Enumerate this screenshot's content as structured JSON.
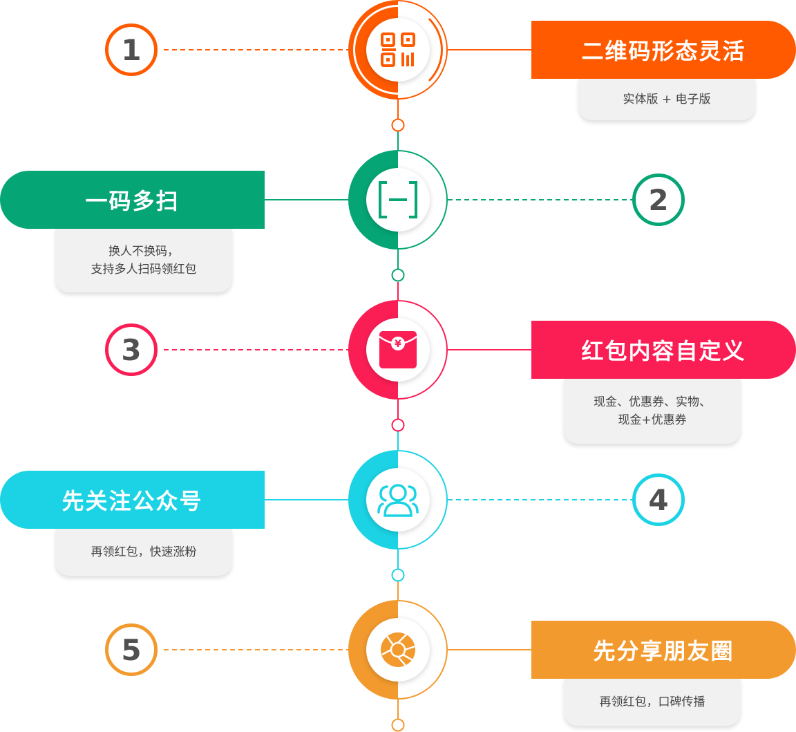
{
  "colors": {
    "orange": "#ff5a00",
    "green": "#05a575",
    "pink": "#fb1e55",
    "cyan": "#1bd3e4",
    "amber": "#f29a2e"
  },
  "steps": [
    {
      "number": "1",
      "title": "二维码形态灵活",
      "desc": "实体版 + 电子版",
      "icon": "qr-code-icon"
    },
    {
      "number": "2",
      "title": "一码多扫",
      "desc": "换人不换码，\n支持多人扫码领红包",
      "icon": "scan-bracket-icon"
    },
    {
      "number": "3",
      "title": "红包内容自定义",
      "desc": "现金、优惠券、实物、\n现金+优惠券",
      "icon": "red-envelope-icon"
    },
    {
      "number": "4",
      "title": "先关注公众号",
      "desc": "再领红包，快速涨粉",
      "icon": "users-icon"
    },
    {
      "number": "5",
      "title": "先分享朋友圈",
      "desc": "再领红包，口碑传播",
      "icon": "aperture-icon"
    }
  ]
}
